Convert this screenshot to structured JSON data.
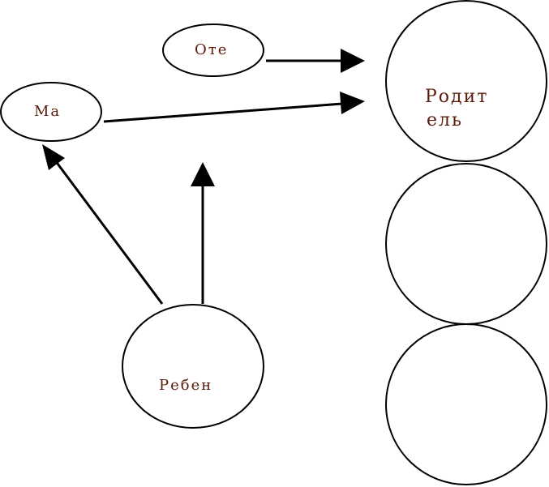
{
  "diagram": {
    "nodes": {
      "father": {
        "label": "Оте"
      },
      "mother": {
        "label": "Ма"
      },
      "parent": {
        "label_line1": "Родит",
        "label_line2": "ель"
      },
      "child": {
        "label": "Ребен"
      }
    },
    "colors": {
      "text": "#5a1a0a",
      "stroke": "#000000",
      "background": "#ffffff"
    }
  }
}
